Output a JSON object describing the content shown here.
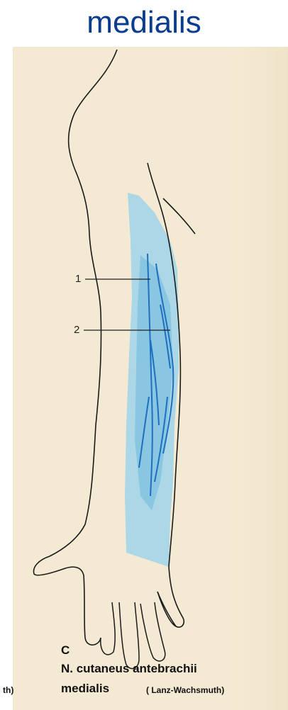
{
  "title": "medialis",
  "labels": {
    "one": "1",
    "two": "2"
  },
  "caption": {
    "figure_letter": "C",
    "line1": "N. cutaneus antebrachii",
    "line2": "medialis",
    "source": "( Lanz-Wachsmuth)",
    "cut_left": "th)"
  },
  "colors": {
    "title": "#0a3d8f",
    "nerve": "#1e6fbf",
    "territory": "#9fd3ea",
    "outline": "#1a1a1a",
    "paper": "#f4ead3"
  }
}
